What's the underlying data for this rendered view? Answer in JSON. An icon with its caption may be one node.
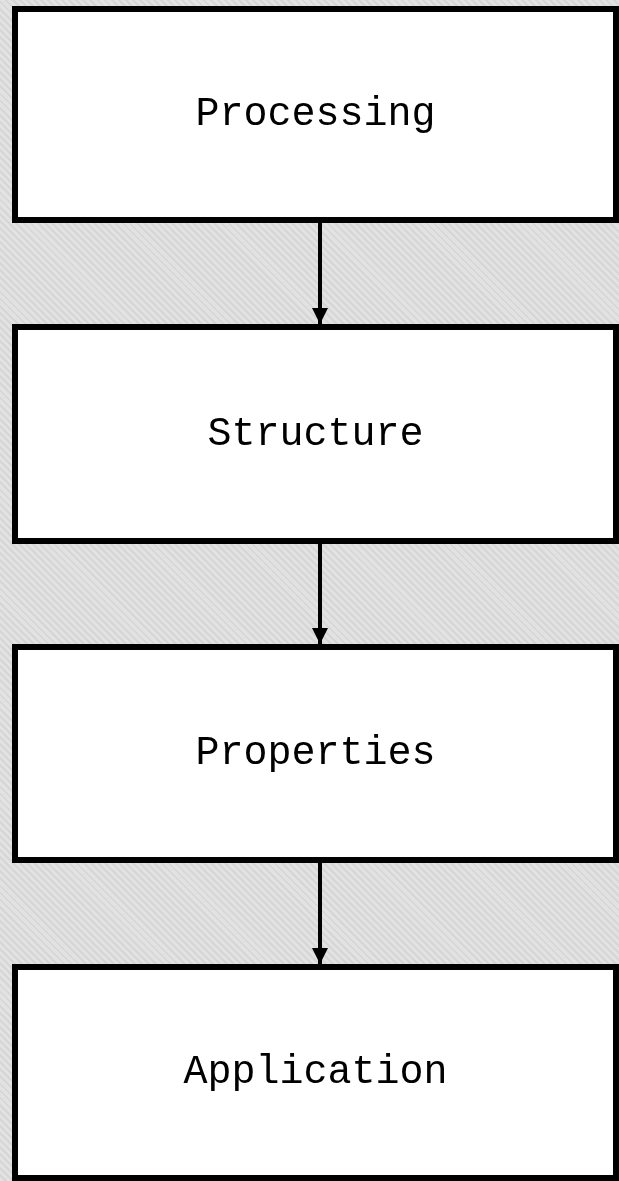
{
  "diagram": {
    "nodes": [
      {
        "text": [
          "Processing"
        ]
      },
      {
        "text": [
          "Structure"
        ]
      },
      {
        "text": [
          "Properties"
        ]
      },
      {
        "text": [
          "Application"
        ]
      }
    ],
    "edges": [
      {
        "from": 0,
        "to": 1,
        "arrow": "to"
      },
      {
        "from": 1,
        "to": 2,
        "arrow": "to"
      },
      {
        "from": 2,
        "to": 3,
        "arrow": "to"
      }
    ]
  }
}
